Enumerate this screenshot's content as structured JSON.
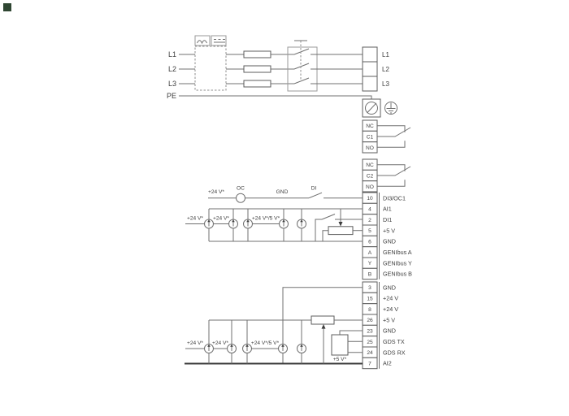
{
  "page": {
    "background": "#ffffff",
    "line_color": "#707070",
    "text_color": "#3f3f3f",
    "marker_color": "#2f4632"
  },
  "power": {
    "inputs": {
      "l1": "L1",
      "l2": "L2",
      "l3": "L3",
      "pe": "PE"
    },
    "outputs": {
      "l1": "L1",
      "l2": "L2",
      "l3": "L3"
    }
  },
  "relays": {
    "block1": {
      "t1": "NC",
      "t2": "C1",
      "t3": "NO"
    },
    "block2": {
      "t1": "NC",
      "t2": "C2",
      "t3": "NO"
    }
  },
  "upper_strip": {
    "rows": [
      {
        "no": "10",
        "label": "DI3/OC1"
      },
      {
        "no": "4",
        "label": "AI1"
      },
      {
        "no": "2",
        "label": "DI1"
      },
      {
        "no": "5",
        "label": "+5 V"
      },
      {
        "no": "6",
        "label": "GND"
      },
      {
        "no": "A",
        "label": "GENIbus A"
      },
      {
        "no": "Y",
        "label": "GENIbus Y"
      },
      {
        "no": "B",
        "label": "GENIbus B"
      }
    ]
  },
  "lower_strip": {
    "rows": [
      {
        "no": "3",
        "label": "GND"
      },
      {
        "no": "15",
        "label": "+24 V"
      },
      {
        "no": "8",
        "label": "+24 V"
      },
      {
        "no": "26",
        "label": "+5 V"
      },
      {
        "no": "23",
        "label": "GND"
      },
      {
        "no": "25",
        "label": "GDS TX"
      },
      {
        "no": "24",
        "label": "GDS RX"
      },
      {
        "no": "7",
        "label": "AI2"
      }
    ]
  },
  "annotations": {
    "oc_supply": "+24 V*",
    "oc": "OC",
    "gnd": "GND",
    "di": "DI",
    "ai1_s1": "+24 V*",
    "ai1_s2": "+24 V*",
    "ai1_s3": "+24 V*/5 V*",
    "ai2_s1": "+24 V*",
    "ai2_s2": "+24 V*",
    "ai2_s3": "+24 V*/5 V*",
    "gds_supply": "+5 V*"
  }
}
